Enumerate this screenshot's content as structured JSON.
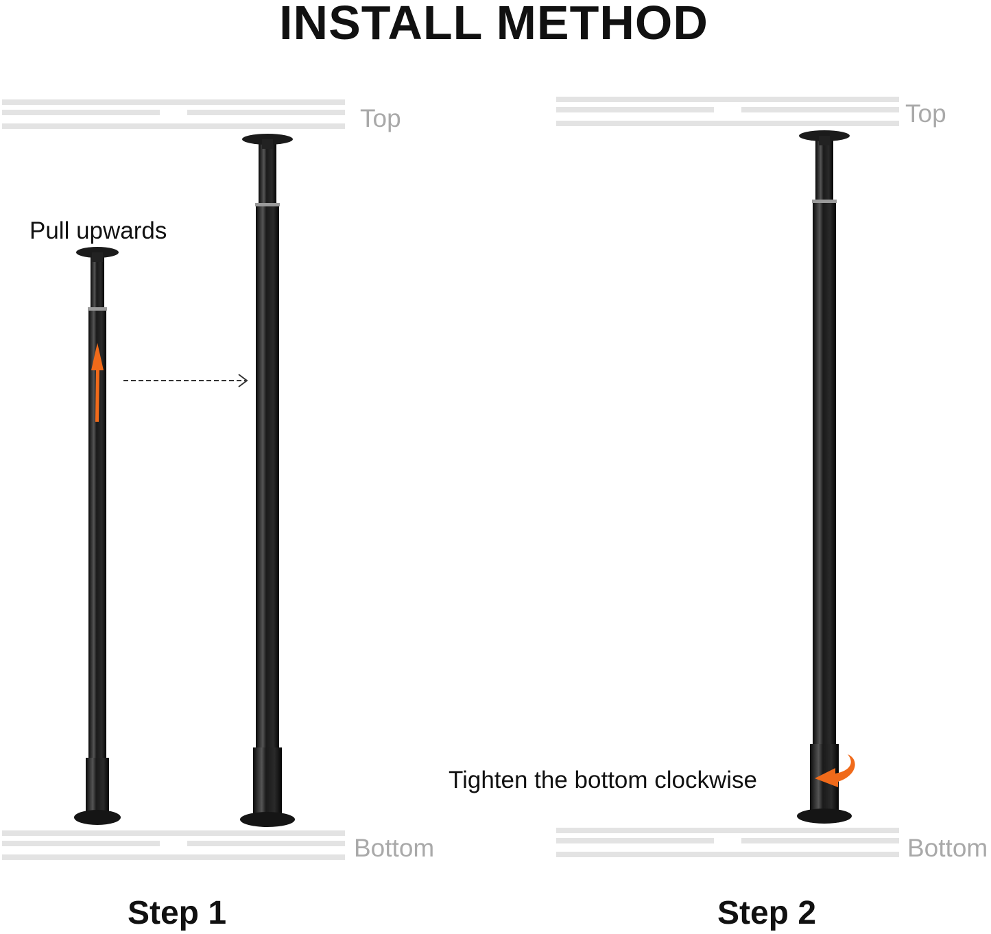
{
  "title": "INSTALL METHOD",
  "step1": {
    "top_label": "Top",
    "bottom_label": "Bottom",
    "note": "Pull upwards",
    "step_label": "Step 1"
  },
  "step2": {
    "top_label": "Top",
    "bottom_label": "Bottom",
    "note": "Tighten the bottom clockwise",
    "step_label": "Step 2"
  },
  "colors": {
    "accent": "#f06a1a",
    "surface": "#e3e3e3",
    "label_gray": "#a9a9a9",
    "pole": "#1a1a1a"
  }
}
